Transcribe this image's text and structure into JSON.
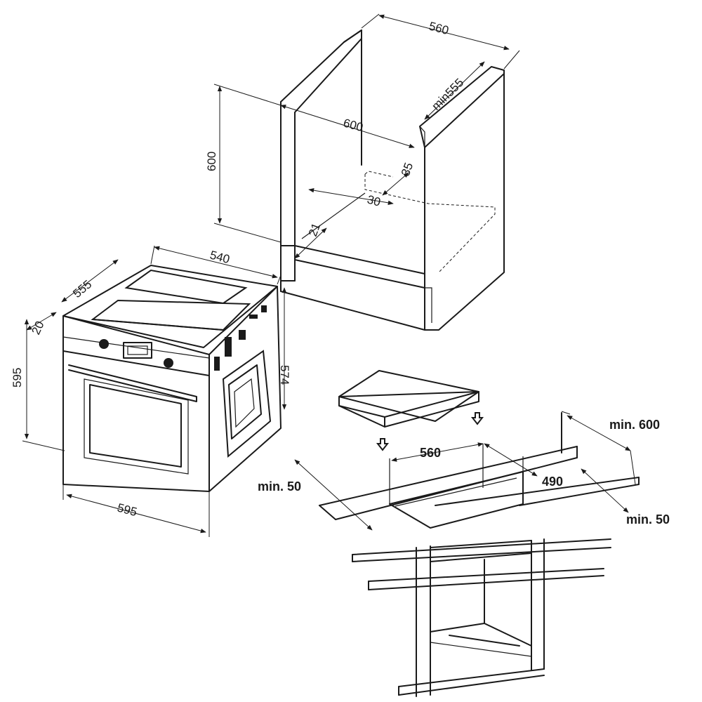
{
  "cabinet": {
    "width": "560",
    "depth_min": "min555",
    "height": "600",
    "inner_width": "600",
    "vent_depth": "35",
    "vent_width": "30",
    "plinth": "21"
  },
  "oven": {
    "width_top": "540",
    "depth": "555",
    "door_offset": "20",
    "height_front": "595",
    "height_side": "574",
    "width_bottom": "595"
  },
  "hob": {
    "cutout_width": "560",
    "cutout_depth": "490",
    "min_back": "min. 600",
    "min_left": "min. 50",
    "min_right": "min. 50"
  }
}
